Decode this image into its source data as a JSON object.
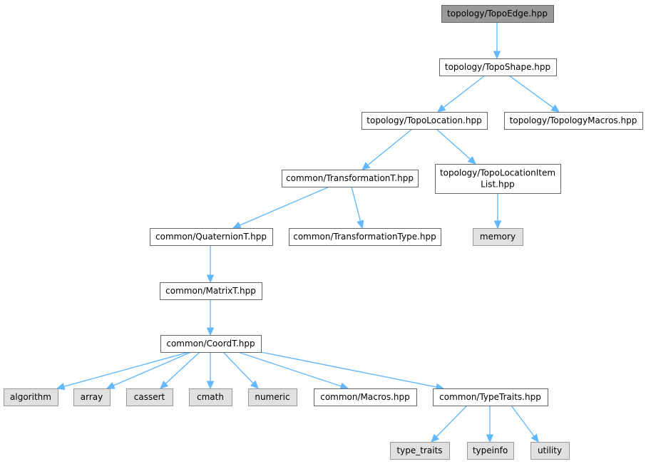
{
  "colors": {
    "edge": "#63b8ff",
    "root_fill": "#999999",
    "root_stroke": "#666666",
    "file_fill": "#ffffff",
    "file_stroke": "#666666",
    "system_fill": "#e0e0e0",
    "system_stroke": "#999999"
  },
  "nodes": [
    {
      "id": "topo-edge",
      "lines": [
        "topology/TopoEdge.hpp"
      ],
      "kind": "root"
    },
    {
      "id": "topo-shape",
      "lines": [
        "topology/TopoShape.hpp"
      ],
      "kind": "file"
    },
    {
      "id": "topo-location",
      "lines": [
        "topology/TopoLocation.hpp"
      ],
      "kind": "file"
    },
    {
      "id": "topology-macros",
      "lines": [
        "topology/TopologyMacros.hpp"
      ],
      "kind": "file"
    },
    {
      "id": "transformation-t",
      "lines": [
        "common/TransformationT.hpp"
      ],
      "kind": "file"
    },
    {
      "id": "topo-location-item-list",
      "lines": [
        "topology/TopoLocationItem",
        "List.hpp"
      ],
      "kind": "file"
    },
    {
      "id": "quaternion-t",
      "lines": [
        "common/QuaternionT.hpp"
      ],
      "kind": "file"
    },
    {
      "id": "transformation-type",
      "lines": [
        "common/TransformationType.hpp"
      ],
      "kind": "file"
    },
    {
      "id": "memory",
      "lines": [
        "memory"
      ],
      "kind": "system"
    },
    {
      "id": "matrix-t",
      "lines": [
        "common/MatrixT.hpp"
      ],
      "kind": "file"
    },
    {
      "id": "coord-t",
      "lines": [
        "common/CoordT.hpp"
      ],
      "kind": "file"
    },
    {
      "id": "algorithm",
      "lines": [
        "algorithm"
      ],
      "kind": "system"
    },
    {
      "id": "array",
      "lines": [
        "array"
      ],
      "kind": "system"
    },
    {
      "id": "cassert",
      "lines": [
        "cassert"
      ],
      "kind": "system"
    },
    {
      "id": "cmath",
      "lines": [
        "cmath"
      ],
      "kind": "system"
    },
    {
      "id": "numeric",
      "lines": [
        "numeric"
      ],
      "kind": "system"
    },
    {
      "id": "macros",
      "lines": [
        "common/Macros.hpp"
      ],
      "kind": "file"
    },
    {
      "id": "type-traits-hpp",
      "lines": [
        "common/TypeTraits.hpp"
      ],
      "kind": "file"
    },
    {
      "id": "type-traits",
      "lines": [
        "type_traits"
      ],
      "kind": "system"
    },
    {
      "id": "typeinfo",
      "lines": [
        "typeinfo"
      ],
      "kind": "system"
    },
    {
      "id": "utility",
      "lines": [
        "utility"
      ],
      "kind": "system"
    }
  ],
  "edges": [
    {
      "from": "topo-edge",
      "to": "topo-shape"
    },
    {
      "from": "topo-shape",
      "to": "topo-location"
    },
    {
      "from": "topo-shape",
      "to": "topology-macros"
    },
    {
      "from": "topo-location",
      "to": "transformation-t"
    },
    {
      "from": "topo-location",
      "to": "topo-location-item-list"
    },
    {
      "from": "transformation-t",
      "to": "quaternion-t"
    },
    {
      "from": "transformation-t",
      "to": "transformation-type"
    },
    {
      "from": "topo-location-item-list",
      "to": "memory"
    },
    {
      "from": "quaternion-t",
      "to": "matrix-t"
    },
    {
      "from": "matrix-t",
      "to": "coord-t"
    },
    {
      "from": "coord-t",
      "to": "algorithm"
    },
    {
      "from": "coord-t",
      "to": "array"
    },
    {
      "from": "coord-t",
      "to": "cassert"
    },
    {
      "from": "coord-t",
      "to": "cmath"
    },
    {
      "from": "coord-t",
      "to": "numeric"
    },
    {
      "from": "coord-t",
      "to": "macros"
    },
    {
      "from": "coord-t",
      "to": "type-traits-hpp"
    },
    {
      "from": "type-traits-hpp",
      "to": "type-traits"
    },
    {
      "from": "type-traits-hpp",
      "to": "typeinfo"
    },
    {
      "from": "type-traits-hpp",
      "to": "utility"
    }
  ]
}
